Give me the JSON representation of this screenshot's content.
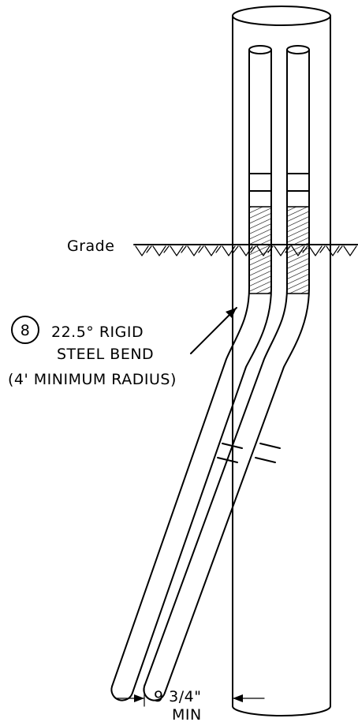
{
  "labels": {
    "grade": "Grade",
    "callout_number": "8",
    "callout_line1": "22.5° RIGID",
    "callout_line2": "STEEL BEND",
    "callout_line3": "(4' MINIMUM RADIUS)",
    "dimension_value": "9 3/4\"",
    "dimension_note": "MIN"
  }
}
